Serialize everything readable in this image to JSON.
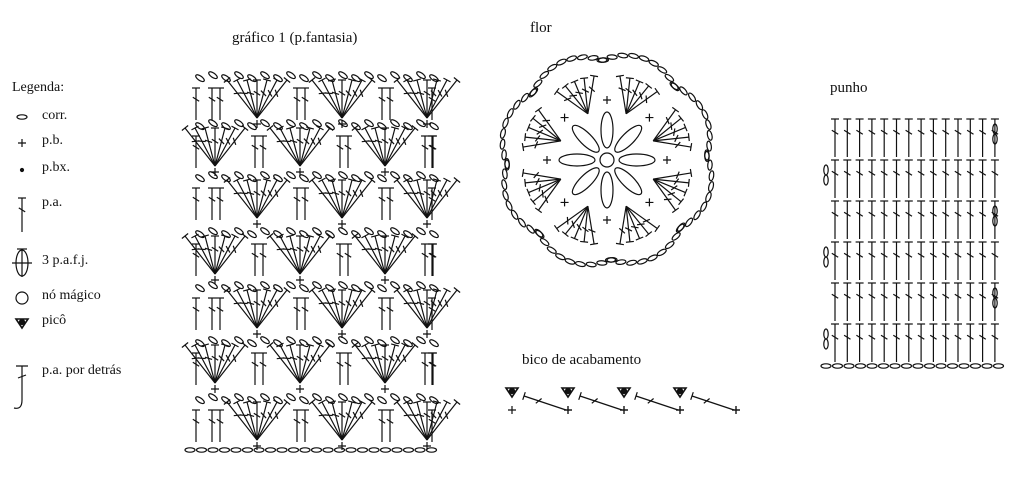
{
  "legend": {
    "title": "Legenda:",
    "items": [
      {
        "symbol": "chain-oval",
        "label": "corr."
      },
      {
        "symbol": "plus",
        "label": "p.b."
      },
      {
        "symbol": "dot",
        "label": "p.bx."
      },
      {
        "symbol": "tall-stitch",
        "label": "p.a."
      },
      {
        "symbol": "cluster",
        "label": "3 p.a.f.j."
      },
      {
        "symbol": "circle",
        "label": "nó mágico"
      },
      {
        "symbol": "picot",
        "label": "picô"
      },
      {
        "symbol": "back-post",
        "label": "p.a. por detrás"
      }
    ]
  },
  "charts": {
    "main_title": "gráfico 1 (p.fantasia)",
    "flower_title": "flor",
    "edging_title": "bico de acabamento",
    "cuff_title": "punho"
  },
  "colors": {
    "ink": "#111111",
    "background": "#ffffff"
  }
}
